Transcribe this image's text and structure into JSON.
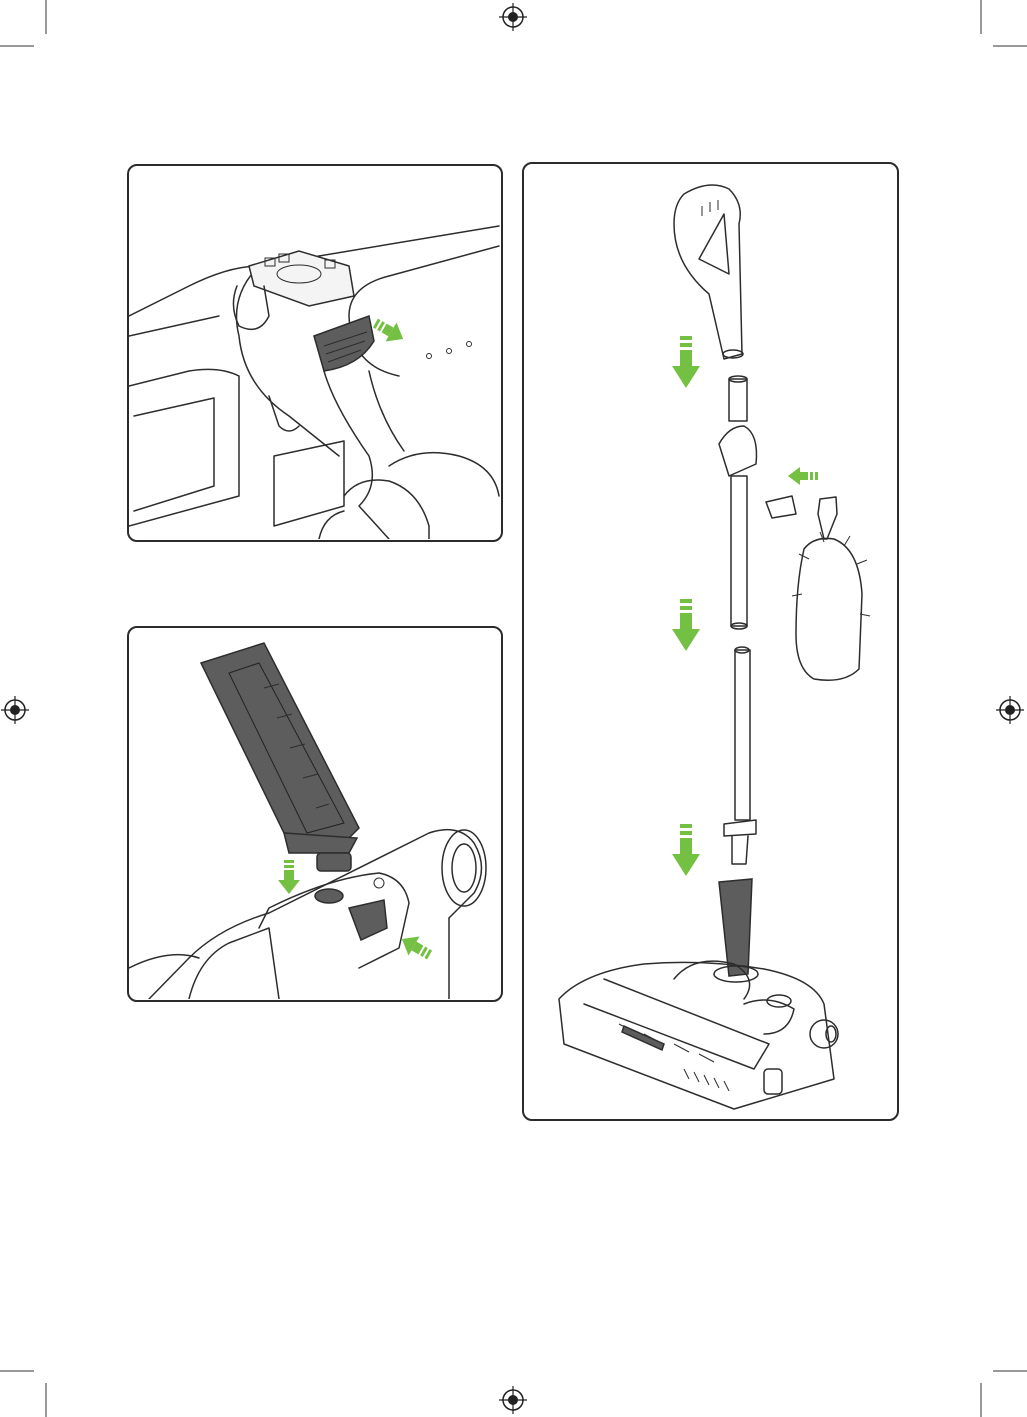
{
  "colors": {
    "accent_arrow": "#74c043",
    "line": "#2d2d2d",
    "part_dark": "#5d5d5d",
    "border": "#2b2b2b"
  },
  "icons": {
    "registration_mark": "registration-mark-icon",
    "arrow": "arrow-down-icon"
  },
  "figures": [
    {
      "id": "battery-release",
      "description_icon": "battery-latch-illustration"
    },
    {
      "id": "battery-insert",
      "description_icon": "battery-insert-illustration"
    },
    {
      "id": "assembly",
      "description_icon": "vacuum-assembly-illustration"
    }
  ]
}
